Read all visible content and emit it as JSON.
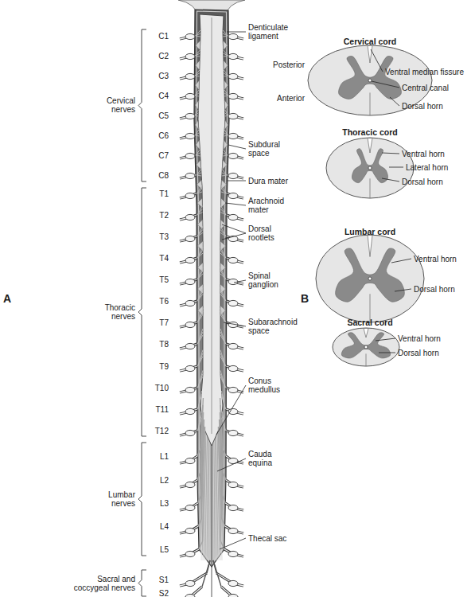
{
  "diagram": {
    "labels": [
      "C1",
      "C2",
      "C3",
      "C4",
      "C5",
      "C6",
      "C7",
      "C8",
      "Cervical nerves",
      "T1",
      "T2",
      "T3",
      "T4",
      "T5",
      "T6",
      "T7",
      "T8",
      "T9",
      "T10",
      "T11",
      "T12",
      "Thoracic nerves",
      "L1",
      "L2",
      "L3",
      "L4",
      "L5",
      "Lumbar nerves",
      "S1",
      "S2",
      "Sacral and coccygeal nerves",
      "Denticulate ligament",
      "Subdural space",
      "Dura mater",
      "Arachnoid mater",
      "Dorsal rootlets",
      "Spinal ganglion",
      "Subarachnoid space",
      "Conus medullus",
      "Cauda equina",
      "Thecal sac",
      "A",
      "B",
      "Cervical cord",
      "Posterior",
      "Anterior",
      "Ventral median fissure",
      "Central canal",
      "Dorsal horn",
      "Thoracic cord",
      "Ventral horn",
      "Lateral horn",
      "Dorsal horn",
      "Lumbar cord",
      "Ventral horn",
      "Dorsal horn",
      "Sacral cord",
      "Ventral horn",
      "Dorsal horn"
    ]
  }
}
